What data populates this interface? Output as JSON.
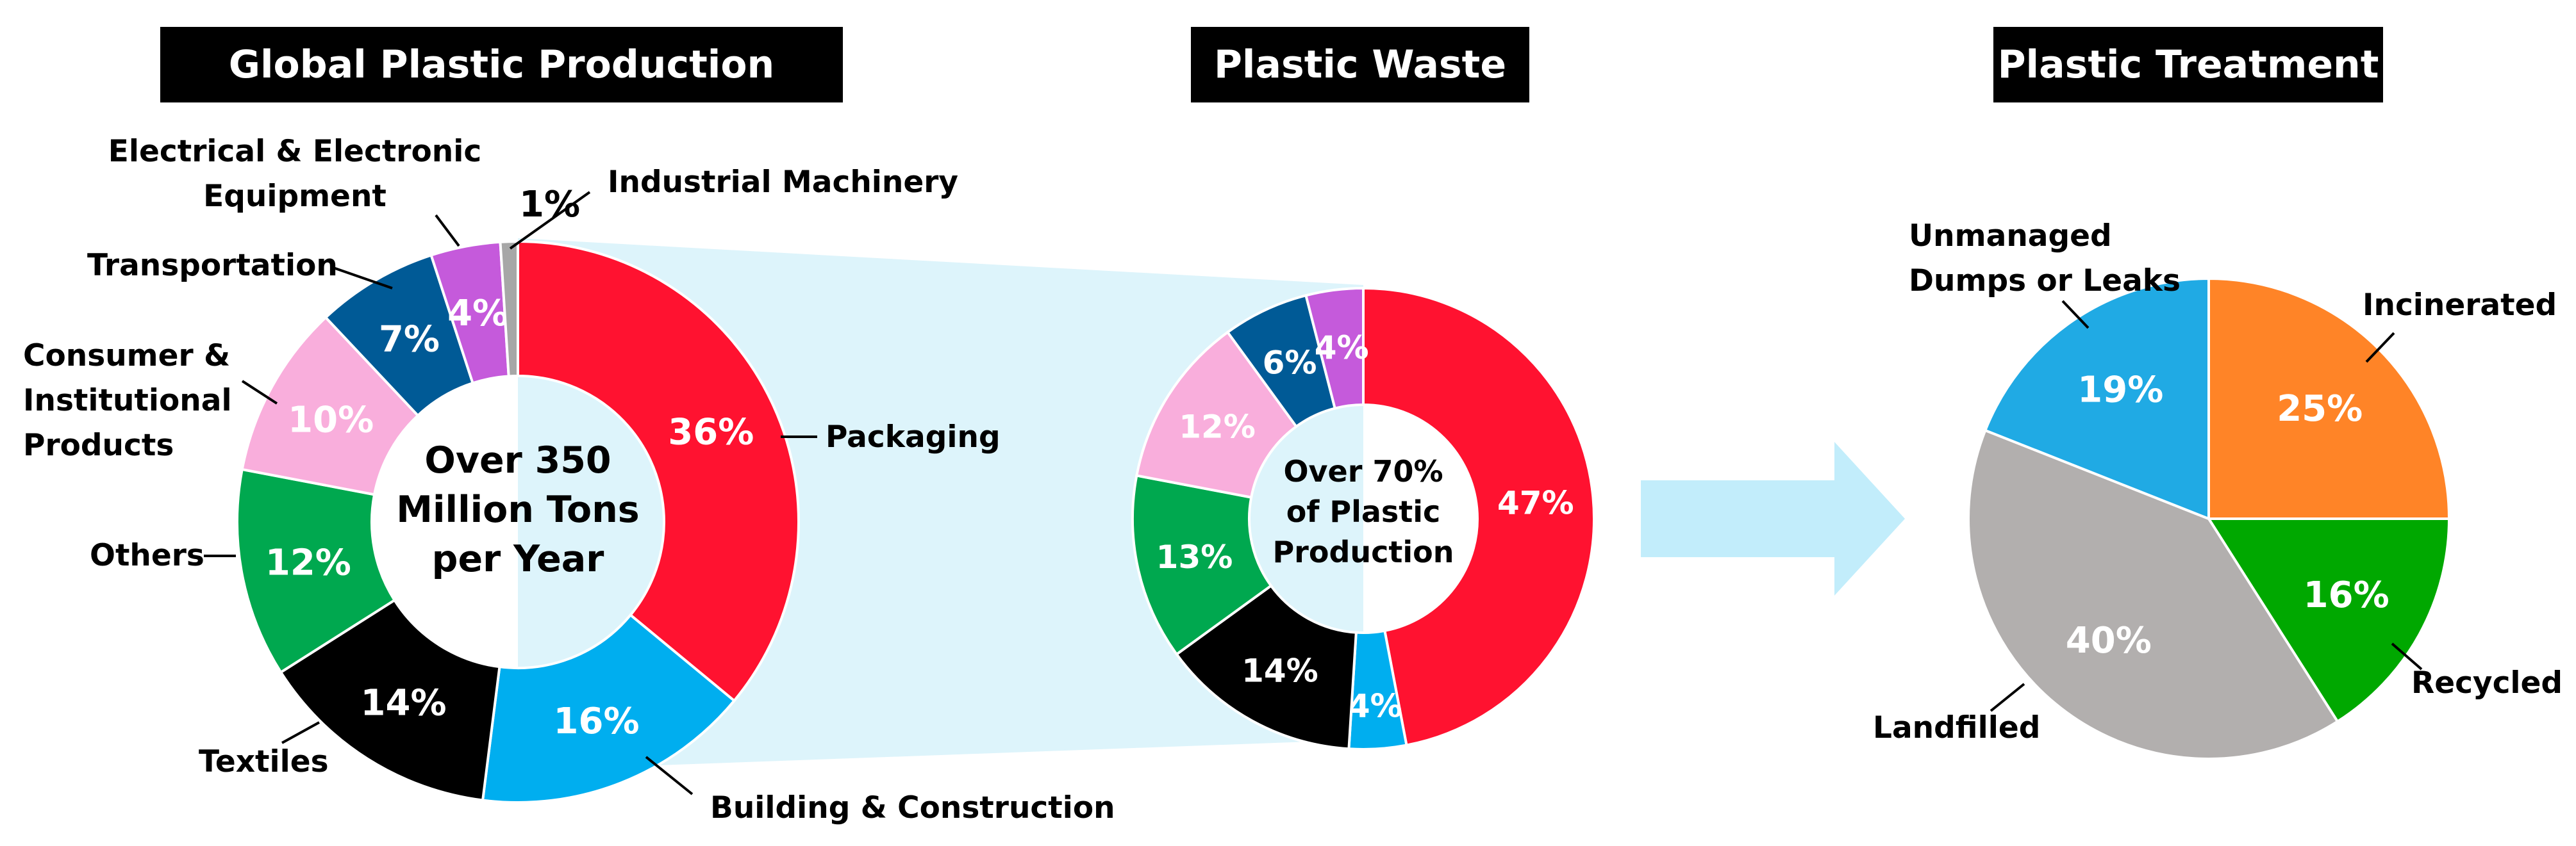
{
  "chart_data": [
    {
      "type": "pie",
      "variant": "donut",
      "title": "Global Plastic Production",
      "center_text": [
        "Over 350",
        "Million Tons",
        "per Year"
      ],
      "slices": [
        {
          "label": "Packaging",
          "value": 36,
          "display": "36%",
          "color": "#FF1230"
        },
        {
          "label": "Building & Construction",
          "value": 16,
          "display": "16%",
          "color": "#00AEEF"
        },
        {
          "label": "Textiles",
          "value": 14,
          "display": "14%",
          "color": "#000000"
        },
        {
          "label": "Others",
          "value": 12,
          "display": "12%",
          "color": "#00A84F"
        },
        {
          "label": "Consumer & Institutional Products",
          "value": 10,
          "display": "10%",
          "color": "#F9AEDC"
        },
        {
          "label": "Transportation",
          "value": 7,
          "display": "7%",
          "color": "#005A96"
        },
        {
          "label": "Electrical & Electronic Equipment",
          "value": 4,
          "display": "4%",
          "color": "#C55ADB"
        },
        {
          "label": "Industrial Machinery",
          "value": 1,
          "display": "1%",
          "color": "#A7A7A7"
        }
      ]
    },
    {
      "type": "pie",
      "variant": "donut",
      "title": "Plastic Waste",
      "center_text": [
        "Over 70%",
        "of Plastic",
        "Production"
      ],
      "slices": [
        {
          "value": 47,
          "display": "47%",
          "color": "#FF1230"
        },
        {
          "value": 4,
          "display": "4%",
          "color": "#00AEEF"
        },
        {
          "value": 14,
          "display": "14%",
          "color": "#000000"
        },
        {
          "value": 13,
          "display": "13%",
          "color": "#00A84F"
        },
        {
          "value": 12,
          "display": "12%",
          "color": "#F9AEDC"
        },
        {
          "value": 6,
          "display": "6%",
          "color": "#005A96"
        },
        {
          "value": 4,
          "display": "4%",
          "color": "#C55ADB"
        }
      ]
    },
    {
      "type": "pie",
      "title": "Plastic Treatment",
      "slices": [
        {
          "label": "Incinerated",
          "value": 25,
          "display": "25%",
          "color": "#FF8427"
        },
        {
          "label": "Recycled",
          "value": 16,
          "display": "16%",
          "color": "#00A800"
        },
        {
          "label": "Landfilled",
          "value": 40,
          "display": "40%",
          "color": "#B2AFAE"
        },
        {
          "label": "Unmanaged Dumps or Leaks",
          "value": 19,
          "display": "19%",
          "color": "#20AAE4"
        }
      ]
    }
  ],
  "colors": {
    "funnel": "#DDF4FB",
    "arrow": "#C2EDFB",
    "title_bg": "#000000",
    "title_fg": "#FFFFFF"
  }
}
